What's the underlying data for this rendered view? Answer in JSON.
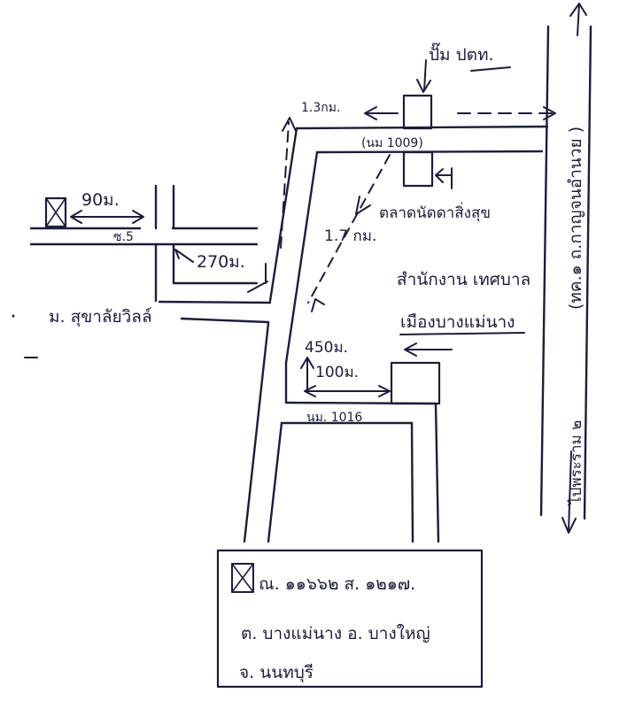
{
  "map": {
    "labels": {
      "pump": "ปั๊ม ปตท.",
      "right_road_top": "(ทค.๑ ถ.กาญจนอำนวย )",
      "right_road_bottom": "ไปพระราม ๒",
      "road_1009": "(นม 1009)",
      "dist_1_3km": "1.3กม.",
      "dist_90m": "90ม.",
      "soi_5": "ซ.5",
      "dist_270m": "270ม.",
      "village": "ม. สุขาลัยวิลล์",
      "market": "ตลาดนัดดาสิ่งสุข",
      "dist_1_7km": "1.7 กม.",
      "office_line1": "สำนักงาน เทศบาล",
      "office_line2": "เมืองบางแม่นาง",
      "dist_450m": "450ม.",
      "dist_100m": "100ม.",
      "road_1016": "นม. 1016"
    },
    "legend": {
      "line1": "ณ. ๑๑๖๖๒  ส. ๑๒๑๗.",
      "line2": "ต. บางแม่นาง  อ. บางใหญ่",
      "line3": "จ. นนทบุรี"
    }
  }
}
